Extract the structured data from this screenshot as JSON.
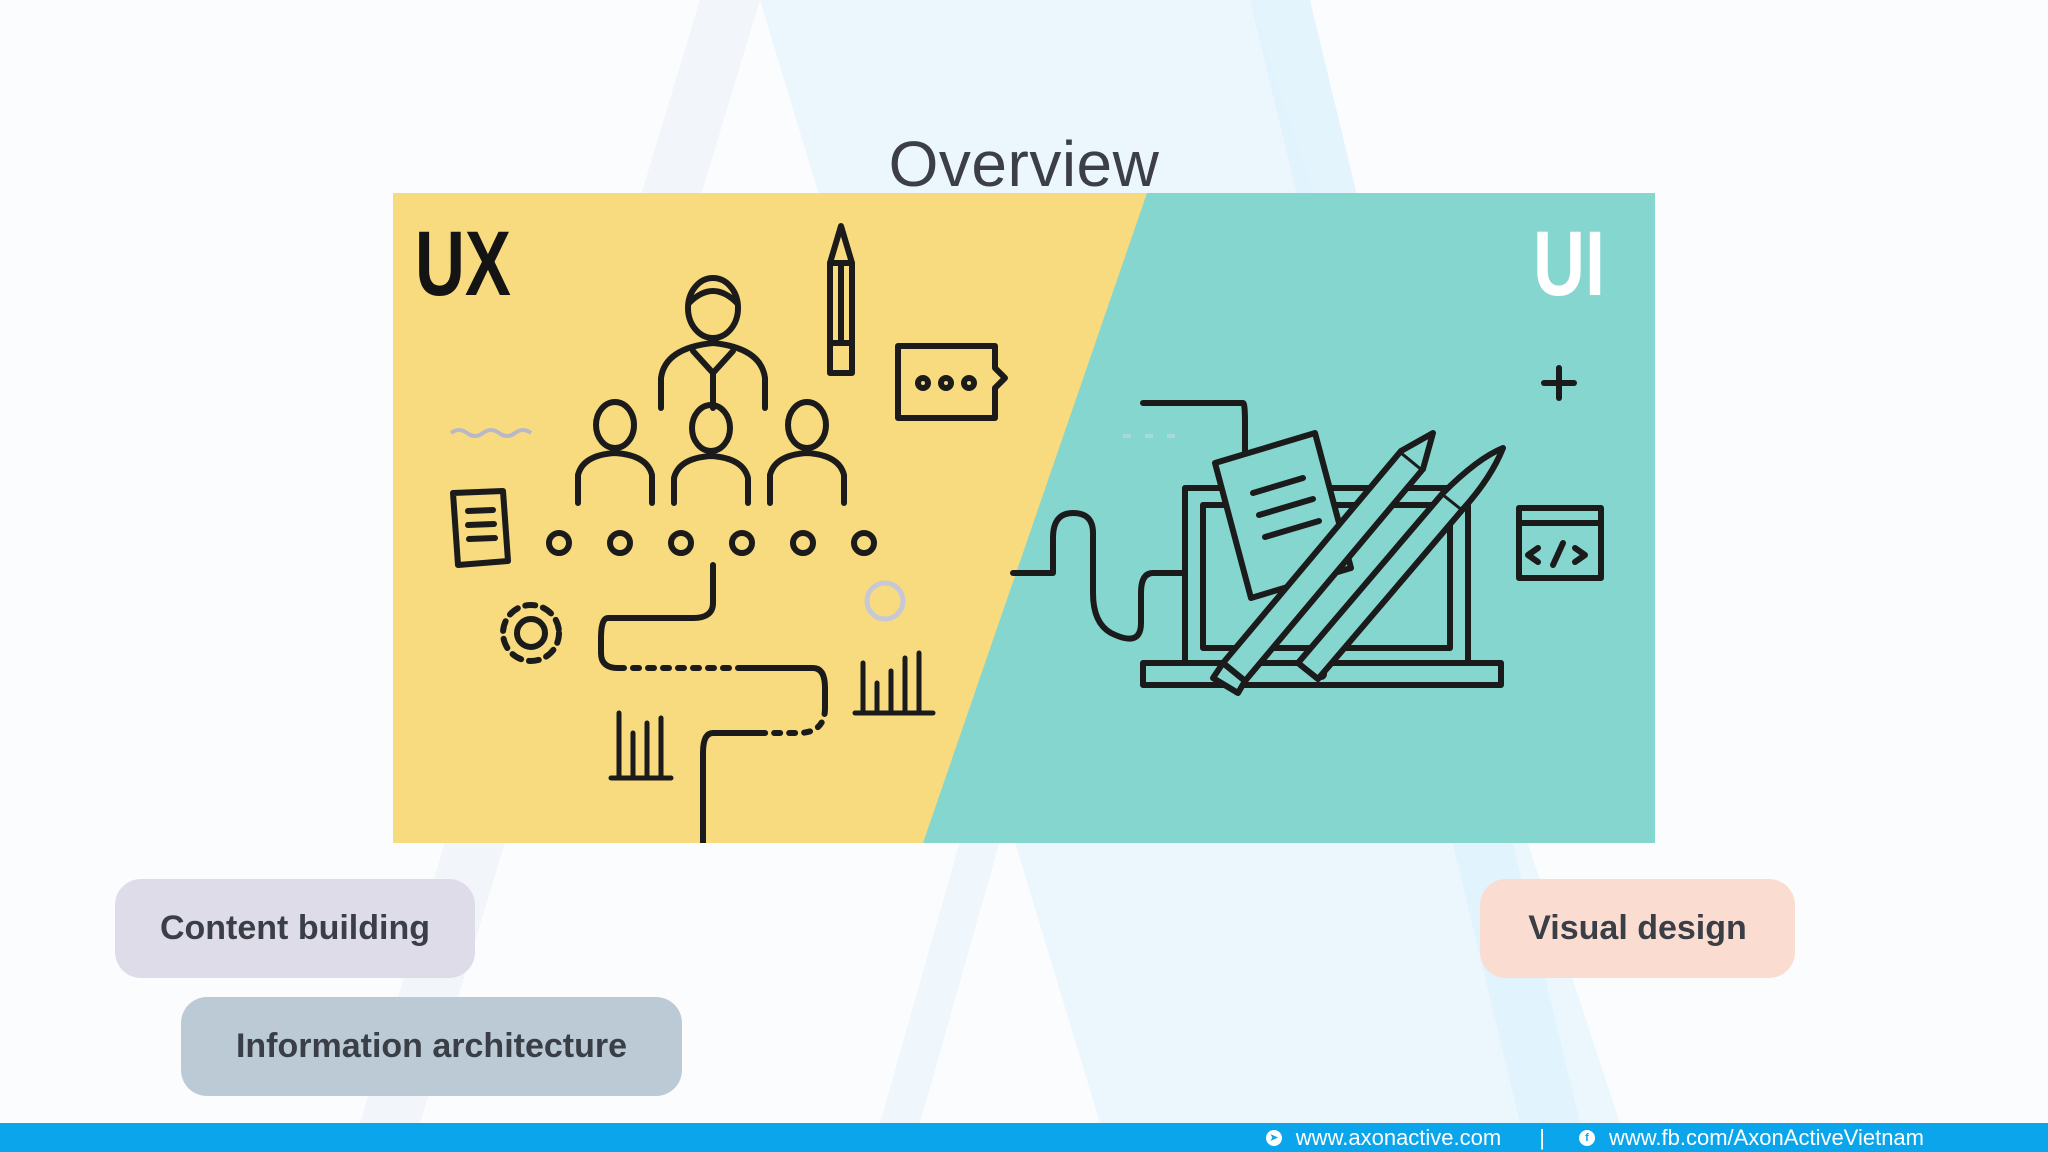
{
  "slide": {
    "title": "Overview"
  },
  "banner": {
    "left_label": "UX",
    "right_label": "UI",
    "colors": {
      "ux_panel": "#f8db7f",
      "ui_panel": "#84d6ce",
      "line": "#1b1b1b"
    }
  },
  "tags": {
    "content_building": "Content building",
    "information_architecture": "Information architecture",
    "visual_design": "Visual design"
  },
  "footer": {
    "website": "www.axonactive.com",
    "separator": "|",
    "facebook": "www.fb.com/AxonActiveVietnam",
    "website_icon": "globe-icon",
    "facebook_icon": "facebook-icon",
    "bar_color": "#0aa5ea"
  }
}
